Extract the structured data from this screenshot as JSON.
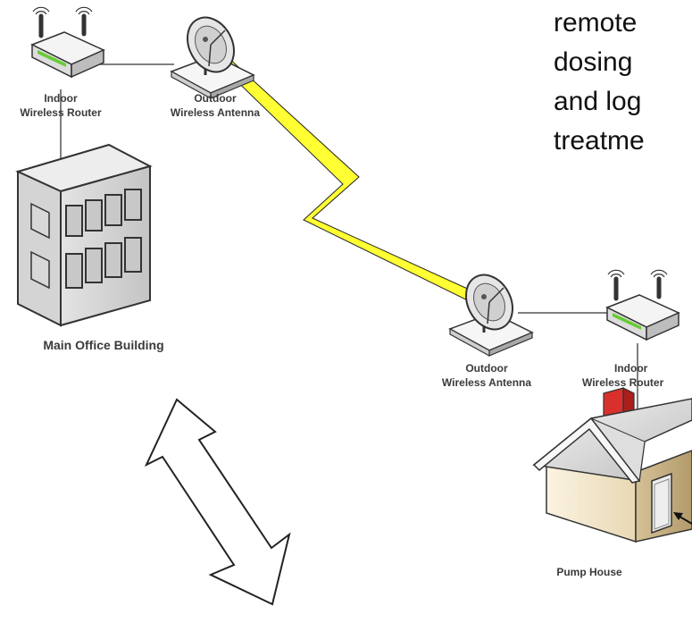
{
  "colors": {
    "lightning_fill": "#ffff33",
    "lightning_stroke": "#222222",
    "building_face": "#cfcfcf",
    "building_side": "#a8a8a8",
    "house_wall": "#f2e7cf",
    "house_side": "#c9b48a",
    "chimney": "#d9302c",
    "router_body": "#f1f1f1",
    "router_led": "#66cc33"
  },
  "labels": {
    "office_router": [
      "Indoor",
      "Wireless Router"
    ],
    "office_antenna": [
      "Outdoor",
      "Wireless Antenna"
    ],
    "office_building": "Main Office Building",
    "pump_antenna": [
      "Outdoor",
      "Wireless Antenna"
    ],
    "pump_router": [
      "Indoor",
      "Wireless Router"
    ],
    "pump_house": "Pump House"
  },
  "side_text": [
    "remote",
    "dosing",
    "and log",
    "treatme"
  ],
  "icons": {
    "office_router": "wireless-router-icon",
    "office_antenna": "satellite-dish-icon",
    "link": "lightning-bolt-icon",
    "pump_antenna": "satellite-dish-icon",
    "pump_router": "wireless-router-icon",
    "office_building": "office-building-icon",
    "pump_house": "house-icon",
    "exchange_arrow": "double-headed-arrow-icon"
  }
}
